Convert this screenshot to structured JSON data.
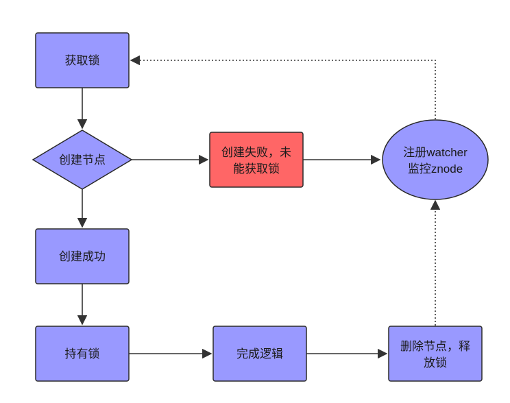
{
  "colors": {
    "node_fill": "#9999ff",
    "node_stroke": "#2a2a2a",
    "fail_fill": "#ff6666",
    "edge": "#333333"
  },
  "nodes": {
    "acquire_lock": "获取锁",
    "create_node": "创建节点",
    "create_success": "创建成功",
    "hold_lock": "持有锁",
    "complete_logic": "完成逻辑",
    "delete_node": {
      "line1": "删除节点，释",
      "line2": "放锁"
    },
    "create_fail": {
      "line1": "创建失败，未",
      "line2": "能获取锁"
    },
    "watch": {
      "line1": "注册watcher",
      "line2": "监控znode"
    }
  }
}
